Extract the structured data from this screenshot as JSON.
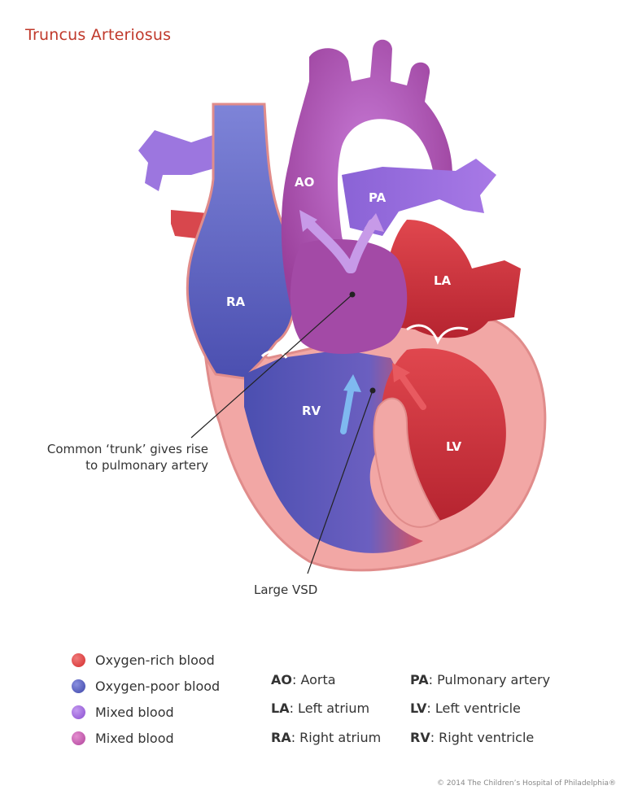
{
  "title": "Truncus Arteriosus",
  "labels": {
    "ao": "AO",
    "pa": "PA",
    "la": "LA",
    "ra": "RA",
    "rv": "RV",
    "lv": "LV"
  },
  "callouts": {
    "trunk_line1": "Common ‘trunk’ gives rise",
    "trunk_line2": "to pulmonary artery",
    "vsd": "Large VSD"
  },
  "legend": [
    {
      "label": "Oxygen-rich blood",
      "color": "#e23b3b"
    },
    {
      "label": "Oxygen-poor blood",
      "color": "#4b56b8"
    },
    {
      "label": "Mixed blood",
      "color": "#9a5cd6"
    },
    {
      "label": "Mixed blood",
      "color": "#c24b9a"
    }
  ],
  "abbreviations": [
    {
      "abbr": "AO",
      "text": ": Aorta"
    },
    {
      "abbr": "PA",
      "text": ": Pulmonary artery"
    },
    {
      "abbr": "LA",
      "text": ": Left atrium"
    },
    {
      "abbr": "LV",
      "text": ": Left ventricle"
    },
    {
      "abbr": "RA",
      "text": ": Right atrium"
    },
    {
      "abbr": "RV",
      "text": ": Right ventricle"
    }
  ],
  "copyright": "© 2014 The Children’s Hospital of Philadelphia®"
}
